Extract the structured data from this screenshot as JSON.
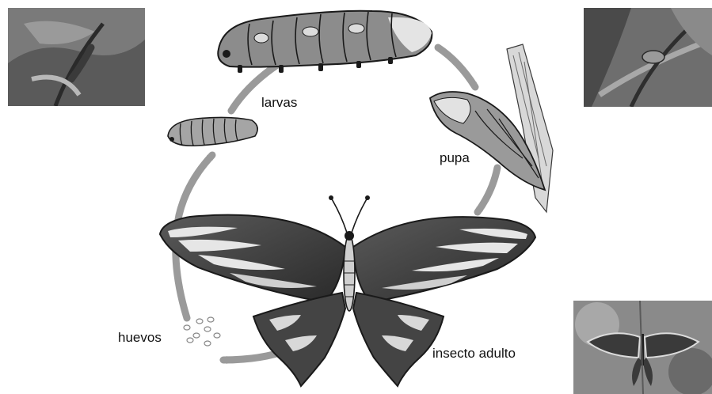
{
  "diagram": {
    "stages": [
      {
        "id": "larvas",
        "label": "larvas"
      },
      {
        "id": "pupa",
        "label": "pupa"
      },
      {
        "id": "adulto",
        "label": "insecto adulto"
      },
      {
        "id": "huevos",
        "label": "huevos"
      }
    ],
    "colors": {
      "arrow": "#9a9a9a",
      "ink": "#1a1a1a",
      "wing_dark": "#3a3a3a",
      "wing_mid": "#7d7d7d",
      "wing_light": "#e6e6e6",
      "larva_body": "#8c8c8c",
      "larva_light": "#dedede"
    },
    "photos": [
      {
        "id": "photo-caterpillar",
        "icon": "caterpillar-photo"
      },
      {
        "id": "photo-pupa",
        "icon": "pupa-photo"
      },
      {
        "id": "photo-butterfly",
        "icon": "butterfly-photo"
      }
    ]
  }
}
